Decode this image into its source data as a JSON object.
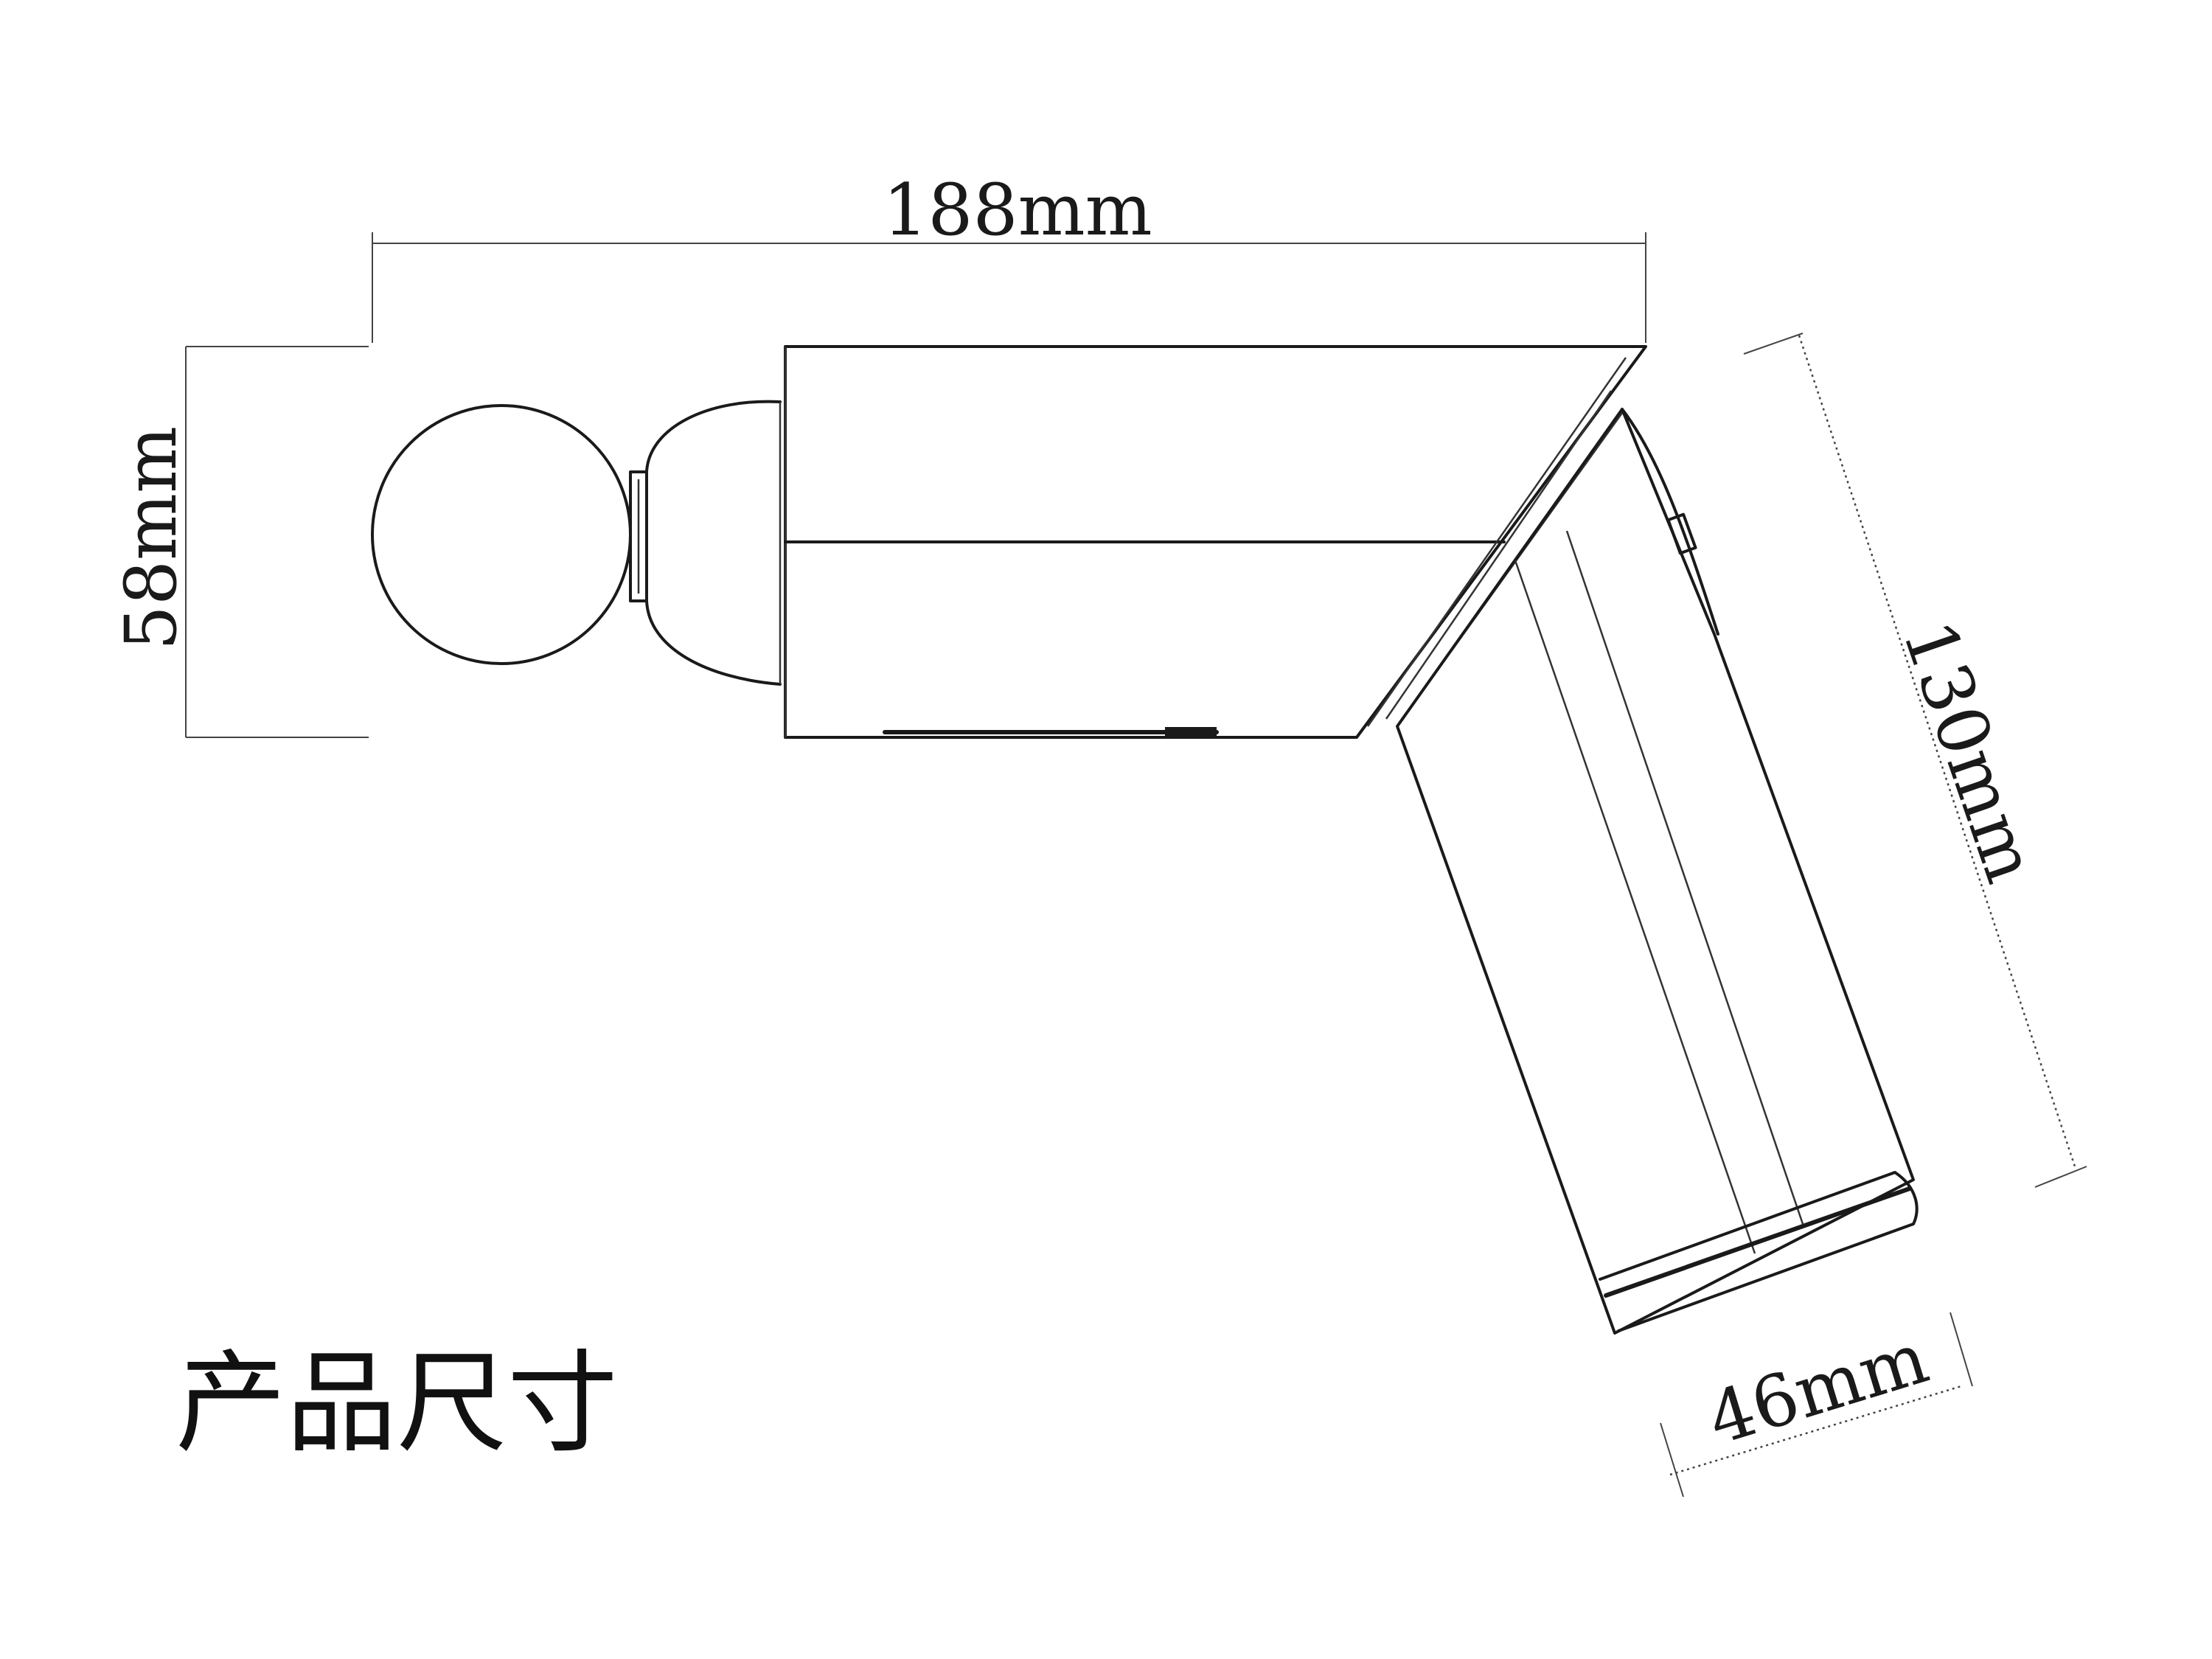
{
  "figure": {
    "caption": "产品尺寸"
  },
  "dimensions": {
    "length": "188mm",
    "height": "58mm",
    "handle_length": "130mm",
    "handle_width": "46mm"
  }
}
